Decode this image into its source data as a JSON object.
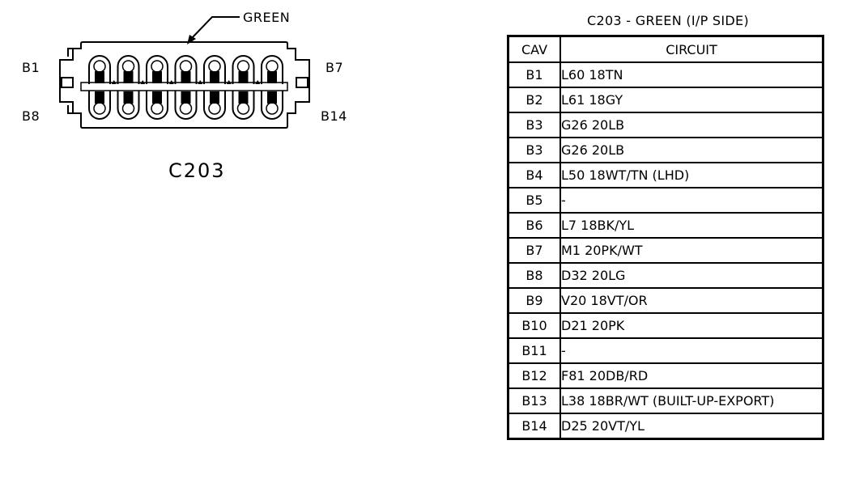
{
  "connector": {
    "color_callout": "GREEN",
    "name": "C203",
    "pin_labels": {
      "top_left": "B1",
      "top_right": "B7",
      "bottom_left": "B8",
      "bottom_right": "B14"
    }
  },
  "table": {
    "title": "C203 - GREEN (I/P SIDE)",
    "headers": {
      "cav": "CAV",
      "circuit": "CIRCUIT"
    },
    "rows": [
      {
        "cav": "B1",
        "circuit": "L60 18TN"
      },
      {
        "cav": "B2",
        "circuit": "L61 18GY"
      },
      {
        "cav": "B3",
        "circuit": "G26 20LB"
      },
      {
        "cav": "B3",
        "circuit": "G26 20LB"
      },
      {
        "cav": "B4",
        "circuit": "L50 18WT/TN (LHD)"
      },
      {
        "cav": "B5",
        "circuit": "-"
      },
      {
        "cav": "B6",
        "circuit": "L7 18BK/YL"
      },
      {
        "cav": "B7",
        "circuit": "M1 20PK/WT"
      },
      {
        "cav": "B8",
        "circuit": "D32 20LG"
      },
      {
        "cav": "B9",
        "circuit": "V20 18VT/OR"
      },
      {
        "cav": "B10",
        "circuit": "D21 20PK"
      },
      {
        "cav": "B11",
        "circuit": "-"
      },
      {
        "cav": "B12",
        "circuit": "F81 20DB/RD"
      },
      {
        "cav": "B13",
        "circuit": "L38 18BR/WT (BUILT-UP-EXPORT)"
      },
      {
        "cav": "B14",
        "circuit": "D25 20VT/YL"
      }
    ]
  }
}
